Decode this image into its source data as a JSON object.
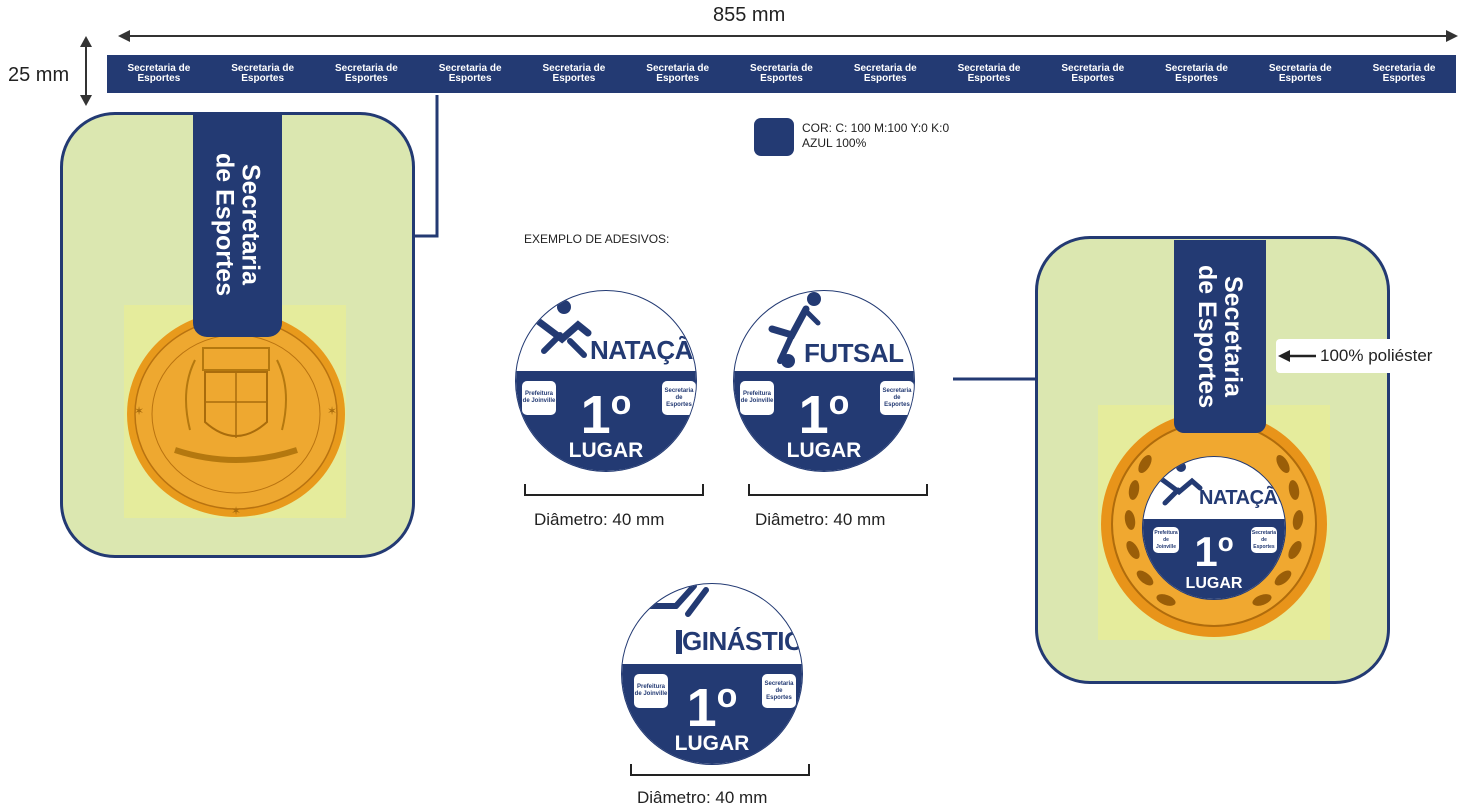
{
  "dimensions": {
    "width_label": "855 mm",
    "height_label": "25 mm"
  },
  "ribbon": {
    "labels": [
      "Secretaria de Esportes",
      "Secretaria de Esportes",
      "Secretaria de Esportes",
      "Secretaria de Esportes",
      "Secretaria de Esportes",
      "Secretaria de Esportes",
      "Secretaria de Esportes",
      "Secretaria de Esportes",
      "Secretaria de Esportes",
      "Secretaria de Esportes",
      "Secretaria de Esportes",
      "Secretaria de Esportes",
      "Secretaria de Esportes"
    ]
  },
  "color_spec": {
    "line1": "COR: C: 100 M:100 Y:0 K:0",
    "line2": "AZUL 100%",
    "swatch_color": "#233a73"
  },
  "medal_left": {
    "strap_line1": "Secretaria",
    "strap_line2": "de Esportes"
  },
  "stickers_heading": "EXEMPLO DE ADESIVOS:",
  "stickers": [
    {
      "sport": "NATAÇÃO",
      "place_number": "1",
      "place_suffix": "o",
      "place_label": "LUGAR",
      "logo_left": "Prefeitura de Joinville",
      "logo_right": "Secretaria de Esportes",
      "caption": "Diâmetro: 40 mm",
      "icon": "swimmer-icon"
    },
    {
      "sport": "FUTSAL",
      "place_number": "1",
      "place_suffix": "o",
      "place_label": "LUGAR",
      "logo_left": "Prefeitura de Joinville",
      "logo_right": "Secretaria de Esportes",
      "caption": "Diâmetro: 40 mm",
      "icon": "soccer-player-icon"
    },
    {
      "sport": "GINÁSTICA",
      "place_number": "1",
      "place_suffix": "o",
      "place_label": "LUGAR",
      "logo_left": "Prefeitura de Joinville",
      "logo_right": "Secretaria de Esportes",
      "caption": "Diâmetro: 40 mm",
      "icon": "gymnast-icon"
    }
  ],
  "medal_right": {
    "strap_line1": "Secretaria",
    "strap_line2": "de Esportes",
    "material_label": "100% poliéster",
    "sport": "NATAÇÃO",
    "place_number": "1",
    "place_suffix": "o",
    "place_label": "LUGAR",
    "logo_left": "Prefeitura de Joinville",
    "logo_right": "Secretaria de Esportes"
  },
  "colors": {
    "navy": "#233a73",
    "panel": "#dbe7b0",
    "gold": "#f0a020"
  }
}
